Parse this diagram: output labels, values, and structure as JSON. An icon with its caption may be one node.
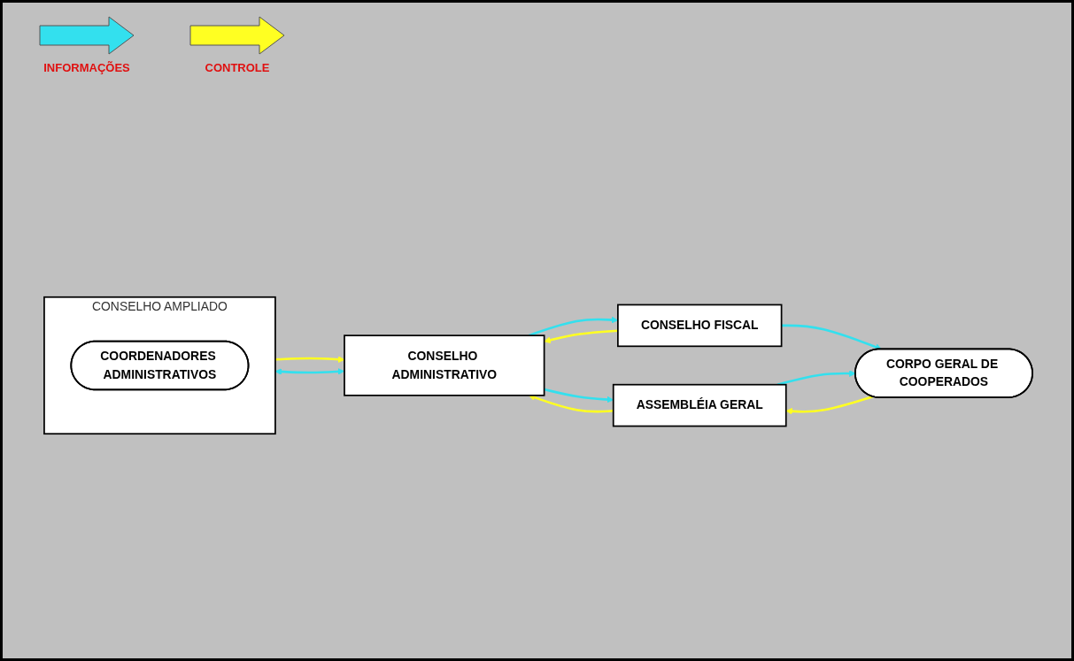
{
  "diagram": {
    "nodes": [
      {
        "text": [
          "ASSEMBLÉIA GERAL"
        ]
      },
      {
        "text": [
          "CONSELHO ADMINISTRATIVO"
        ]
      },
      {
        "text": [
          "CONSELHO AMPLIADO"
        ]
      },
      {
        "text": [
          "COORDENADORES ADMINISTRATIVOS"
        ],
        "in": 2
      },
      {
        "text": [
          "CONSELHO FISCAL"
        ]
      },
      {
        "text": [
          "CORPO GERAL DE COOPERADOS"
        ]
      }
    ],
    "edges": [
      {
        "from": 1,
        "to": 0,
        "arrow": "to",
        "color": "#33e0ee"
      },
      {
        "from": 0,
        "to": 1,
        "arrow": "to",
        "color": "#ffff22"
      },
      {
        "from": 2,
        "to": 1,
        "arrow": "to",
        "color": "#ffff22"
      },
      {
        "from": 1,
        "to": 2,
        "arrow": "both",
        "color": "#33e0ee"
      },
      {
        "from": 4,
        "to": 1,
        "arrow": "to",
        "color": "#ffff22"
      },
      {
        "from": 1,
        "to": 4,
        "arrow": "to",
        "color": "#33e0ee"
      },
      {
        "from": 4,
        "to": 5,
        "arrow": "to",
        "color": "#33e0ee"
      },
      {
        "from": 0,
        "to": 5,
        "arrow": "to",
        "color": "#33e0ee"
      },
      {
        "from": 5,
        "to": 0,
        "arrow": "to",
        "color": "#ffff22"
      }
    ],
    "legend": [
      {
        "text": "INFORMAÇÕES",
        "color": "#33e0ee"
      },
      {
        "text": "CONTROLE",
        "color": "#ffff22"
      }
    ]
  }
}
